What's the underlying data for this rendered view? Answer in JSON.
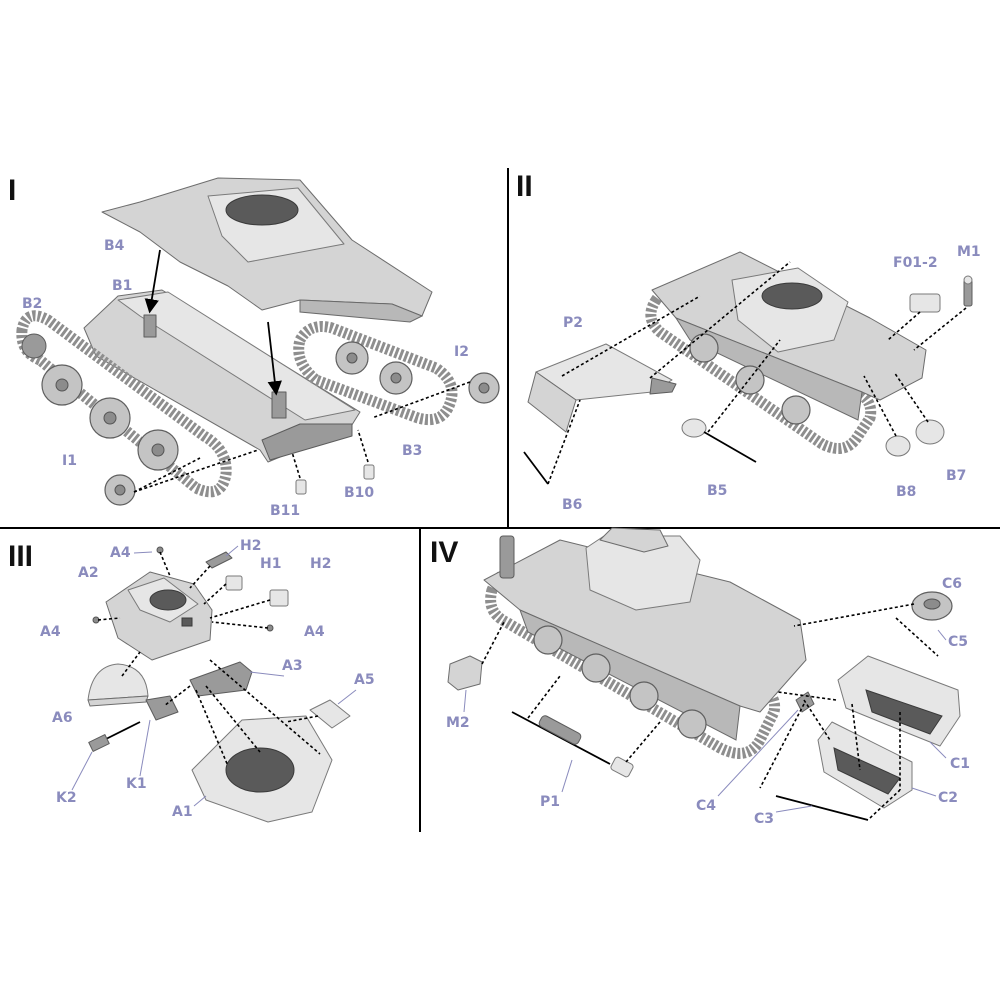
{
  "panels": [
    {
      "numeral": "I",
      "labels": [
        "B4",
        "B1",
        "B2",
        "I2",
        "B3",
        "I1",
        "B11",
        "B10"
      ]
    },
    {
      "numeral": "II",
      "labels": [
        "F01-2",
        "M1",
        "P2",
        "B5",
        "B6",
        "B8",
        "B7"
      ]
    },
    {
      "numeral": "III",
      "labels": [
        "A4",
        "H2",
        "A2",
        "H1",
        "H2",
        "A4",
        "A4",
        "A3",
        "A5",
        "A6",
        "K1",
        "K2",
        "A1"
      ]
    },
    {
      "numeral": "IV",
      "labels": [
        "C6",
        "C5",
        "M2",
        "C1",
        "P1",
        "C2",
        "C4",
        "C3"
      ]
    }
  ]
}
